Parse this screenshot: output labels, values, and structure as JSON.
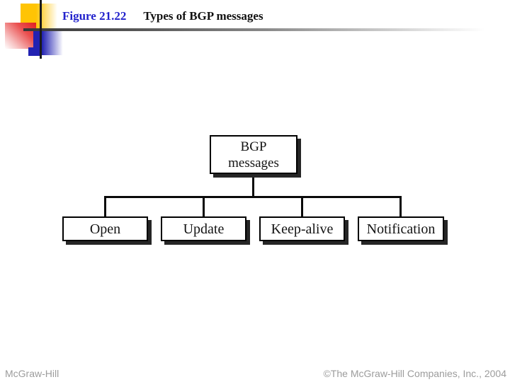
{
  "header": {
    "figure_label": "Figure 21.22",
    "title": "Types of BGP messages"
  },
  "diagram": {
    "type": "tree",
    "root": {
      "line1": "BGP",
      "line2": "messages"
    },
    "children": [
      {
        "label": "Open"
      },
      {
        "label": "Update"
      },
      {
        "label": "Keep-alive"
      },
      {
        "label": "Notification"
      }
    ]
  },
  "footer": {
    "left": "McGraw-Hill",
    "right": "©The McGraw-Hill Companies, Inc., 2004"
  },
  "colors": {
    "figure_label_blue": "#2222CC",
    "title_black": "#111111",
    "footer_gray": "#9C9C9C",
    "box_border": "#000000",
    "box_shadow": "#262626",
    "logo_yellow": "#FFC404",
    "logo_red": "#E02020",
    "logo_blue": "#2222B2"
  }
}
